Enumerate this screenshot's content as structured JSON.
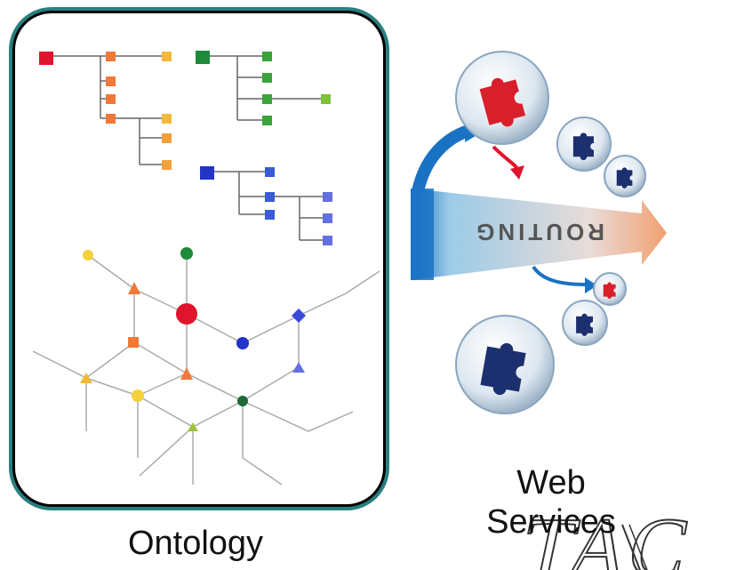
{
  "ontology": {
    "label": "Ontology"
  },
  "web_services": {
    "label_line1": "Web",
    "label_line2": "Services",
    "arrow_text": "ROUTING"
  },
  "logo": {
    "text": "TAC"
  },
  "colors": {
    "teal_border": "#2a7f7f",
    "red": "#e0142c",
    "orange": "#f07838",
    "yellow": "#f4b83a",
    "green": "#3aa33a",
    "blue": "#2233c8",
    "periwinkle": "#6470e0",
    "navy_puzzle": "#1c2f6e",
    "arrow_blue": "#1a72c4"
  }
}
